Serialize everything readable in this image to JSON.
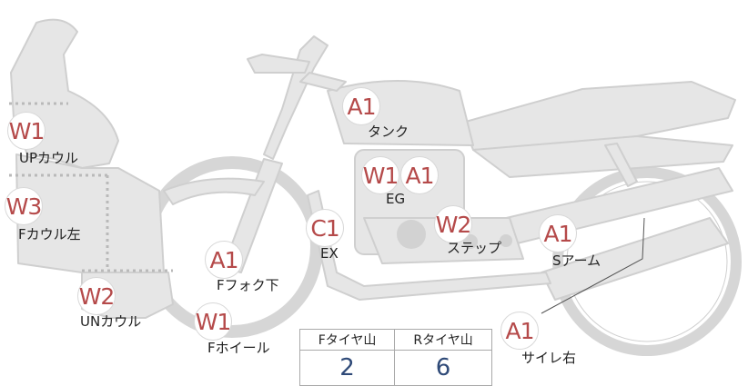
{
  "colors": {
    "body_fill": "#e6e6e6",
    "body_stroke": "#cfcfcf",
    "grade_text": "#b54a4a",
    "tire_value": "#2f4a78"
  },
  "parts": [
    {
      "id": "up-cowl",
      "grade": "W1",
      "label": "UPカウル"
    },
    {
      "id": "f-cowl-left",
      "grade": "W3",
      "label": "Fカウル左"
    },
    {
      "id": "un-cowl",
      "grade": "W2",
      "label": "UNカウル"
    },
    {
      "id": "f-fork-lower",
      "grade": "A1",
      "label": "Fフォク下"
    },
    {
      "id": "f-wheel",
      "grade": "W1",
      "label": "Fホイール"
    },
    {
      "id": "tank",
      "grade": "A1",
      "label": "タンク"
    },
    {
      "id": "eg",
      "grades": [
        "W1",
        "A1"
      ],
      "label": "EG"
    },
    {
      "id": "ex",
      "grade": "C1",
      "label": "EX"
    },
    {
      "id": "step",
      "grade": "W2",
      "label": "ステップ"
    },
    {
      "id": "s-arm",
      "grade": "A1",
      "label": "Sアーム"
    },
    {
      "id": "silencer-right",
      "grade": "A1",
      "label": "サイレ右"
    }
  ],
  "tire_table": {
    "front_header": "Fタイヤ山",
    "rear_header": "Rタイヤ山",
    "front_value": "2",
    "rear_value": "6"
  }
}
